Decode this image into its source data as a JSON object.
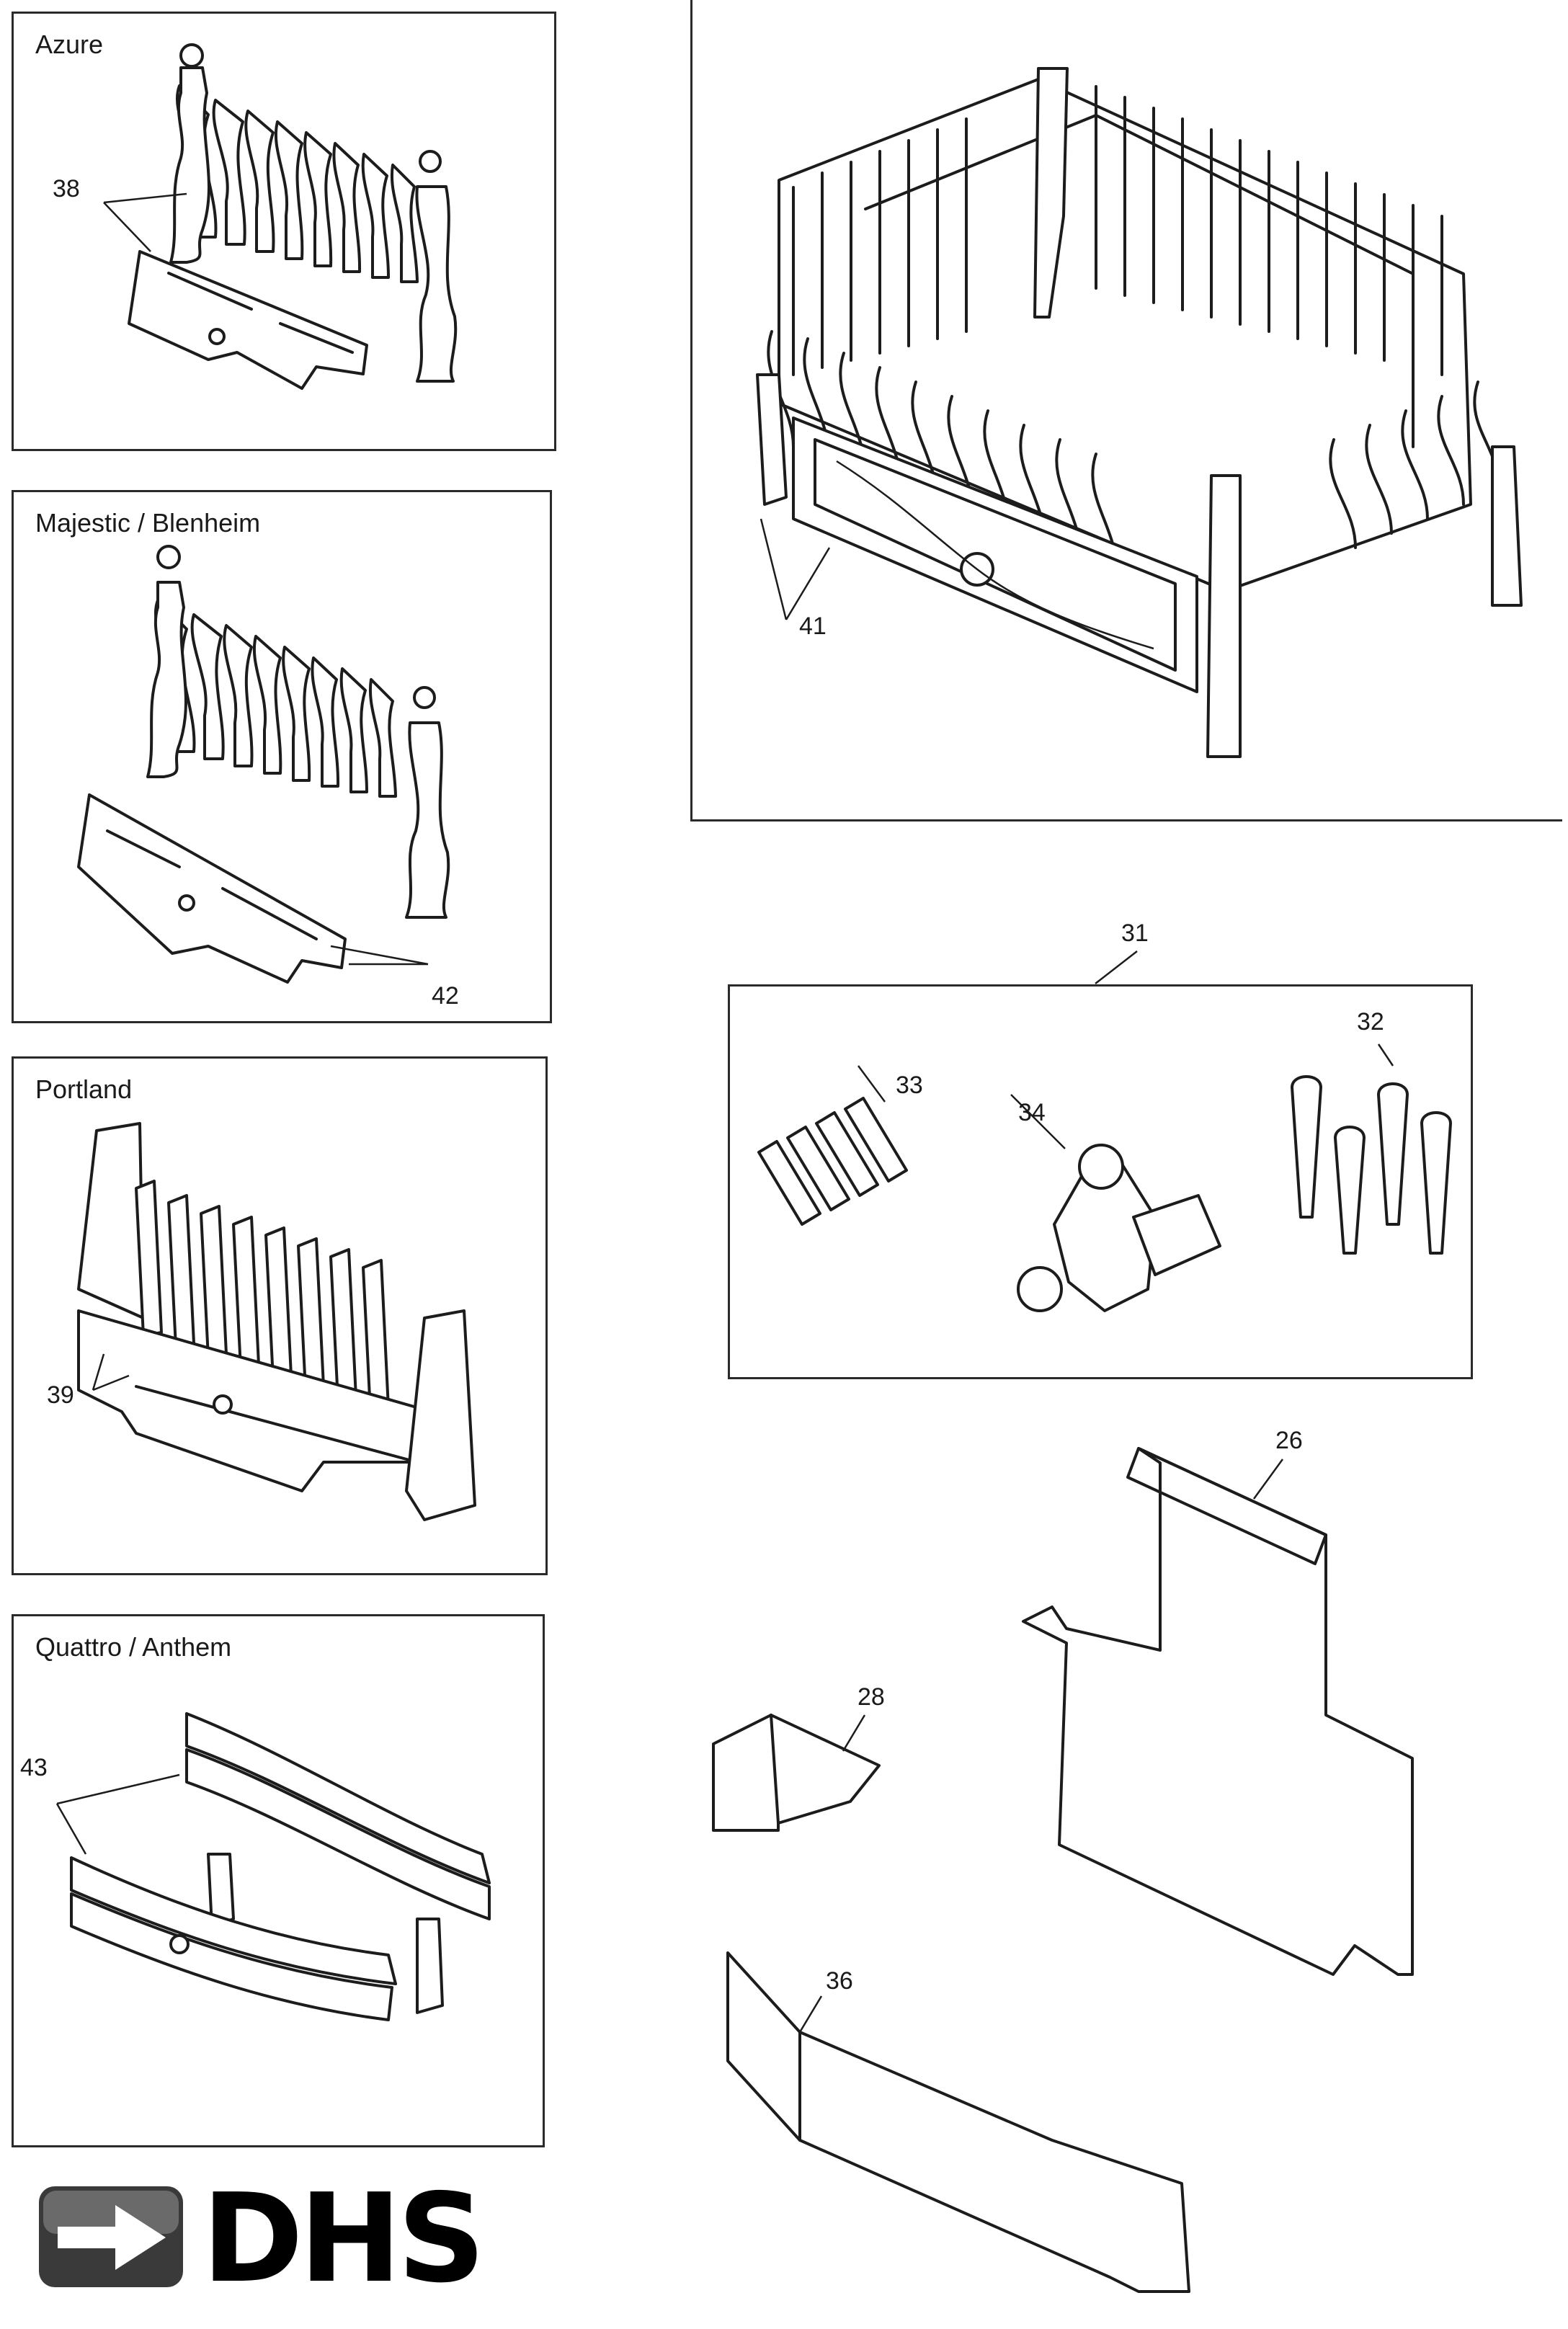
{
  "panels": {
    "azure": {
      "title": "Azure",
      "part": "38"
    },
    "majestic": {
      "title": "Majestic / Blenheim",
      "part": "42"
    },
    "portland": {
      "title": "Portland",
      "part": "39"
    },
    "quattro": {
      "title": "Quattro / Anthem",
      "part": "43"
    }
  },
  "main_basket": {
    "part": "41"
  },
  "kit": {
    "part": "31",
    "items": [
      "33",
      "34",
      "32"
    ]
  },
  "brackets": {
    "large_plate": "26",
    "small_bracket": "28",
    "deflector": "36"
  },
  "logo": {
    "text": "DHS",
    "icon": "arrow-right-icon"
  }
}
